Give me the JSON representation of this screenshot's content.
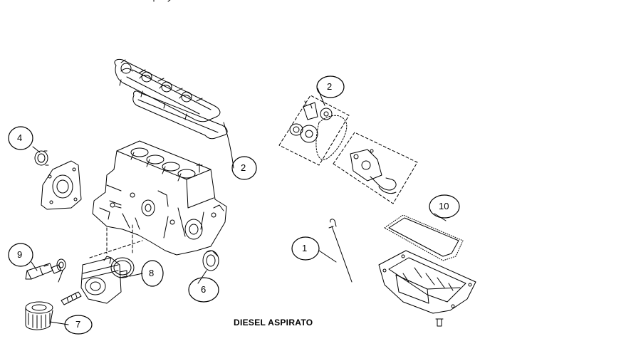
{
  "caption": "DIESEL ASPIRATO",
  "callouts": [
    {
      "id": "c1",
      "number": "1"
    },
    {
      "id": "c2a",
      "number": "2"
    },
    {
      "id": "c2b",
      "number": "2"
    },
    {
      "id": "c4",
      "number": "4"
    },
    {
      "id": "c6",
      "number": "6"
    },
    {
      "id": "c7",
      "number": "7"
    },
    {
      "id": "c8",
      "number": "8"
    },
    {
      "id": "c9",
      "number": "9"
    },
    {
      "id": "c10",
      "number": "10"
    }
  ],
  "colors": {
    "line": "#000000",
    "background": "#ffffff"
  }
}
